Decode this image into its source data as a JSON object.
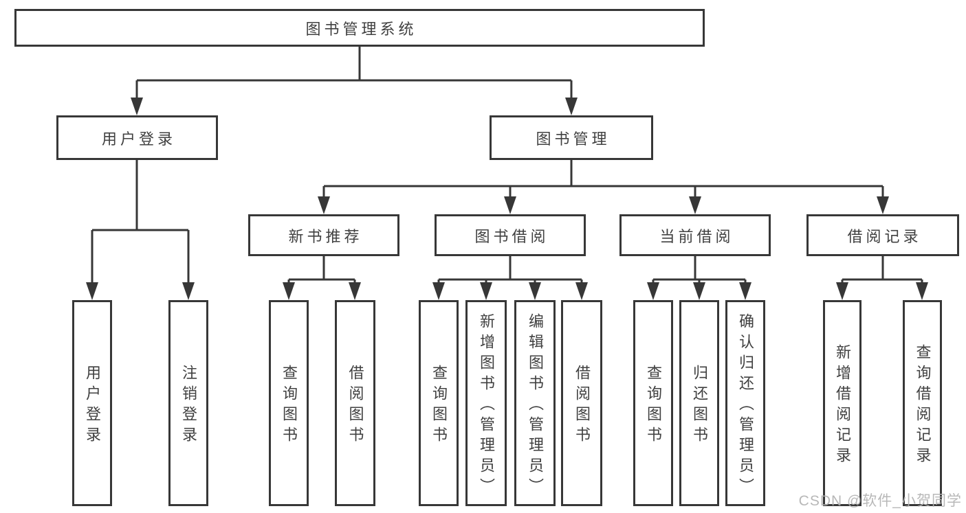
{
  "tree": {
    "label": "图书管理系统",
    "children": [
      {
        "label": "用户登录",
        "children": [
          {
            "label": "用户登录"
          },
          {
            "label": "注销登录"
          }
        ]
      },
      {
        "label": "图书管理",
        "children": [
          {
            "label": "新书推荐",
            "children": [
              {
                "label": "查询图书"
              },
              {
                "label": "借阅图书"
              }
            ]
          },
          {
            "label": "图书借阅",
            "children": [
              {
                "label": "查询图书"
              },
              {
                "label": "新增图书（管理员）"
              },
              {
                "label": "编辑图书（管理员）"
              },
              {
                "label": "借阅图书"
              }
            ]
          },
          {
            "label": "当前借阅",
            "children": [
              {
                "label": "查询图书"
              },
              {
                "label": "归还图书"
              },
              {
                "label": "确认归还（管理员）"
              }
            ]
          },
          {
            "label": "借阅记录",
            "children": [
              {
                "label": "新增借阅记录"
              },
              {
                "label": "查询借阅记录"
              }
            ]
          }
        ]
      }
    ]
  },
  "watermark": {
    "text": "CSDN @软件_小贺同学"
  },
  "colors": {
    "line": "#373737",
    "box_border": "#373737",
    "text": "#404040",
    "watermark": "#b2b2b2",
    "background": "#ffffff"
  }
}
